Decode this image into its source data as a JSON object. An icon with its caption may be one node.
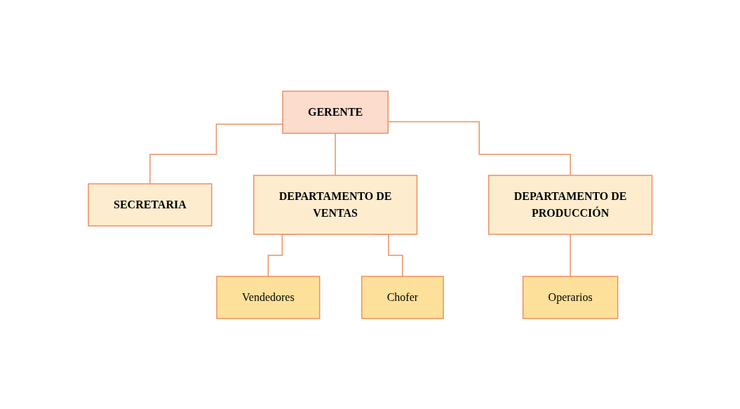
{
  "diagram": {
    "nodes": [
      {
        "text": [
          "GERENTE"
        ]
      },
      {
        "text": [
          "SECRETARIA"
        ]
      },
      {
        "text": [
          "DEPARTAMENTO DE VENTAS"
        ]
      },
      {
        "text": [
          "DEPARTAMENTO DE PRODUCCIÓN"
        ]
      },
      {
        "text": [
          "Vendedores"
        ]
      },
      {
        "text": [
          "Chofer"
        ]
      },
      {
        "text": [
          "Operarios"
        ]
      }
    ],
    "edges": [
      {
        "from": 0,
        "to": 1,
        "arrow": "none"
      },
      {
        "from": 0,
        "to": 2,
        "arrow": "none"
      },
      {
        "from": 0,
        "to": 3,
        "arrow": "none"
      },
      {
        "from": 2,
        "to": 4,
        "arrow": "none"
      },
      {
        "from": 2,
        "to": 5,
        "arrow": "none"
      },
      {
        "from": 3,
        "to": 6,
        "arrow": "none"
      }
    ]
  }
}
